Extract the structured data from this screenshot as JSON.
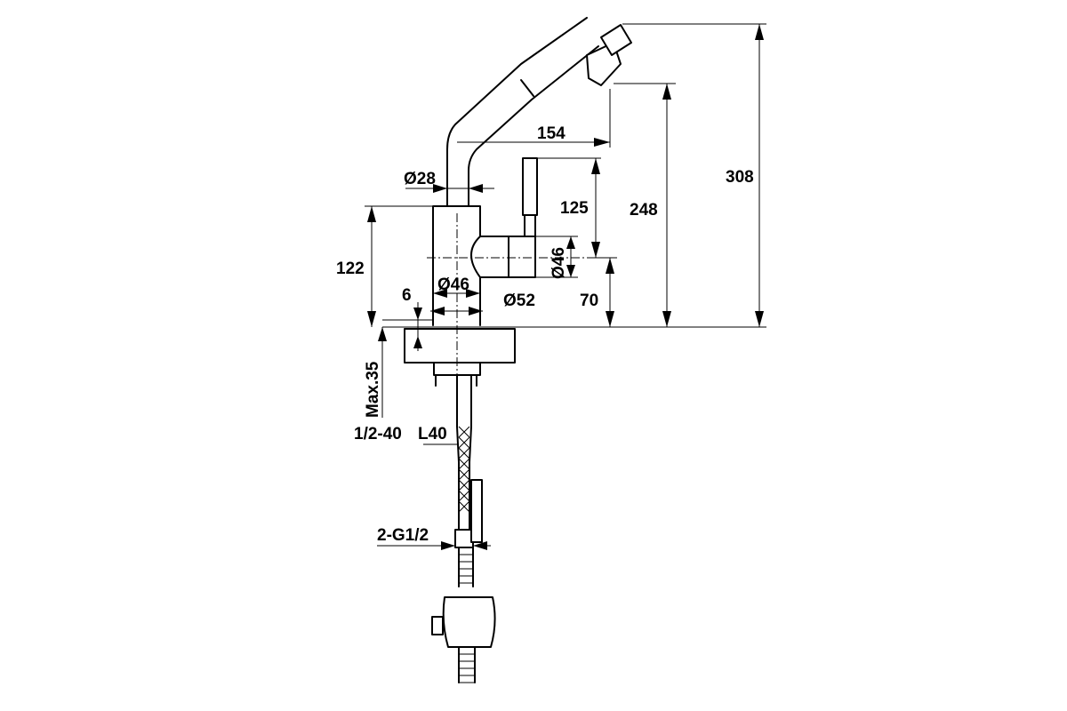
{
  "colors": {
    "line": "#000000",
    "background": "#ffffff"
  },
  "dimensions": {
    "overall_height": "308",
    "spout_height": "248",
    "spout_reach": "154",
    "handle_height": "125",
    "handle_diameter": "Ø46",
    "handle_axis_height": "70",
    "spout_tube_diameter": "Ø28",
    "body_height": "122",
    "body_diameter": "Ø46",
    "base_diameter": "Ø52",
    "base_thickness": "6",
    "max_counter_thickness": "Max.35",
    "supply_thread": "1/2-40",
    "supply_length": "L40",
    "hose_connection": "2-G1/2"
  }
}
